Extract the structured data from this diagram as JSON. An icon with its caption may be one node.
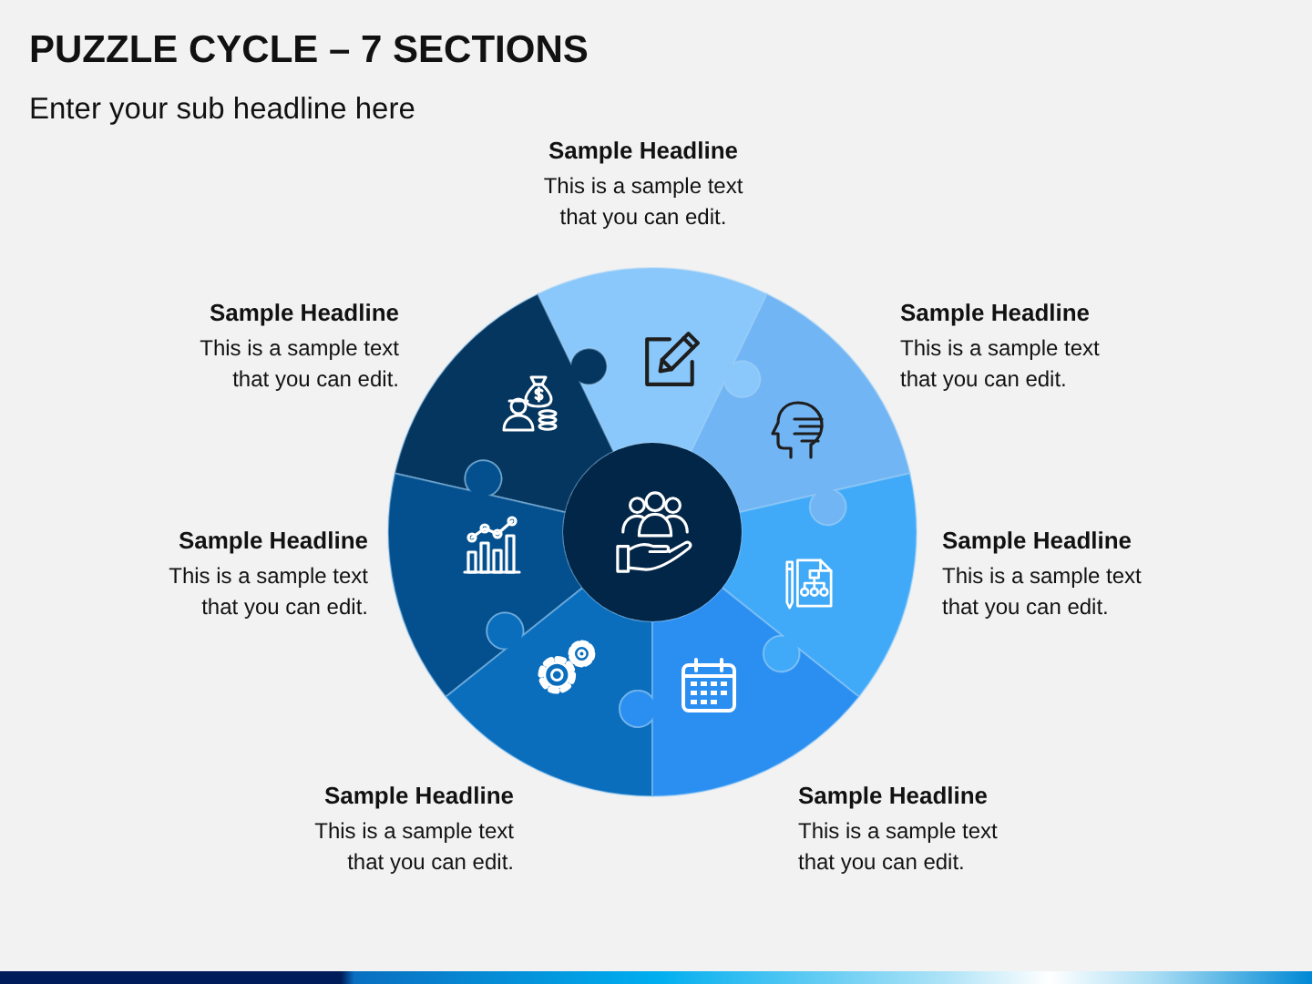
{
  "diagram": {
    "title": "PUZZLE CYCLE – 7 SECTIONS",
    "nodes": [
      {
        "text": [],
        "shape": "puzzle",
        "beside": [
          "Sample Headline",
          "This is a sample text that you can edit."
        ]
      },
      {
        "text": [],
        "shape": "puzzle",
        "beside": [
          "Sample Headline",
          "This is a sample text that you can edit."
        ]
      },
      {
        "text": [],
        "shape": "puzzle",
        "beside": [
          "Sample Headline",
          "This is a sample text that you can edit."
        ]
      },
      {
        "text": [],
        "shape": "puzzle",
        "beside": [
          "Sample Headline",
          "This is a sample text that you can edit."
        ]
      },
      {
        "text": [],
        "shape": "puzzle",
        "beside": [
          "Sample Headline",
          "This is a sample text that you can edit."
        ]
      },
      {
        "text": [],
        "shape": "puzzle",
        "beside": [
          "Sample Headline",
          "This is a sample text that you can edit."
        ]
      },
      {
        "text": [],
        "shape": "puzzle",
        "beside": [
          "Sample Headline",
          "This is a sample text that you can edit."
        ]
      },
      {
        "text": [],
        "shape": "circle"
      }
    ],
    "labels": [
      "Enter your sub headline here"
    ]
  }
}
